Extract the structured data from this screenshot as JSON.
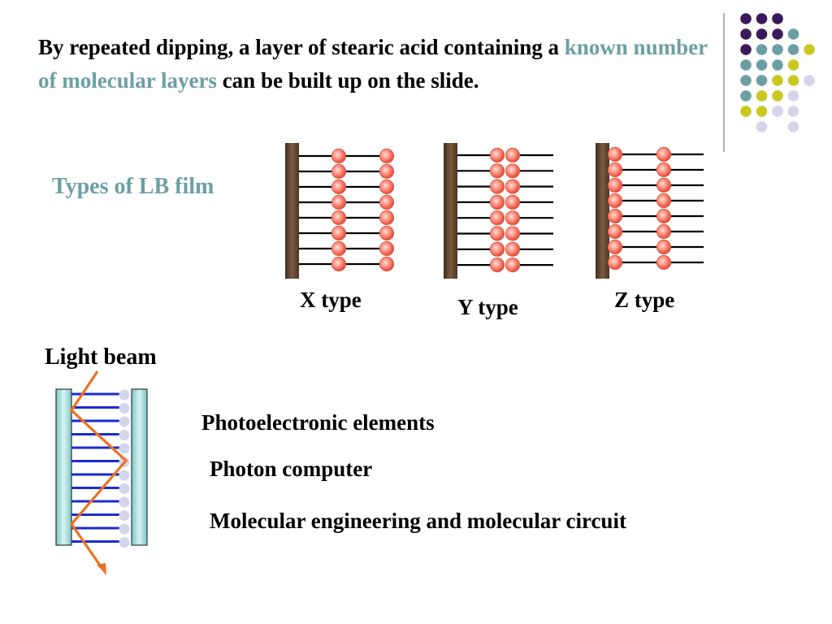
{
  "intro": {
    "part1": "By repeated dipping, a layer of stearic acid containing a ",
    "highlight": "known number of molecular layers",
    "part2": " can be built up on the slide."
  },
  "types_title": "Types of LB film",
  "film_types": [
    {
      "label": "X type"
    },
    {
      "label": "Y type"
    },
    {
      "label": "Z type"
    }
  ],
  "light_beam_label": "Light beam",
  "applications": [
    "Photoelectronic elements",
    "Photon computer",
    "Molecular engineering and molecular circuit"
  ],
  "colors": {
    "accent": "#6b9fa3",
    "dot_purple": "#3b1a5a",
    "dot_teal": "#6b9fa3",
    "dot_yellow": "#c8c820",
    "dot_lavender": "#d4d4ea",
    "substrate": "#5a4430",
    "head": "#f07060",
    "beam": "#f07020",
    "chain_blue": "#1a2ad0",
    "glass": "#a8dcdc"
  }
}
